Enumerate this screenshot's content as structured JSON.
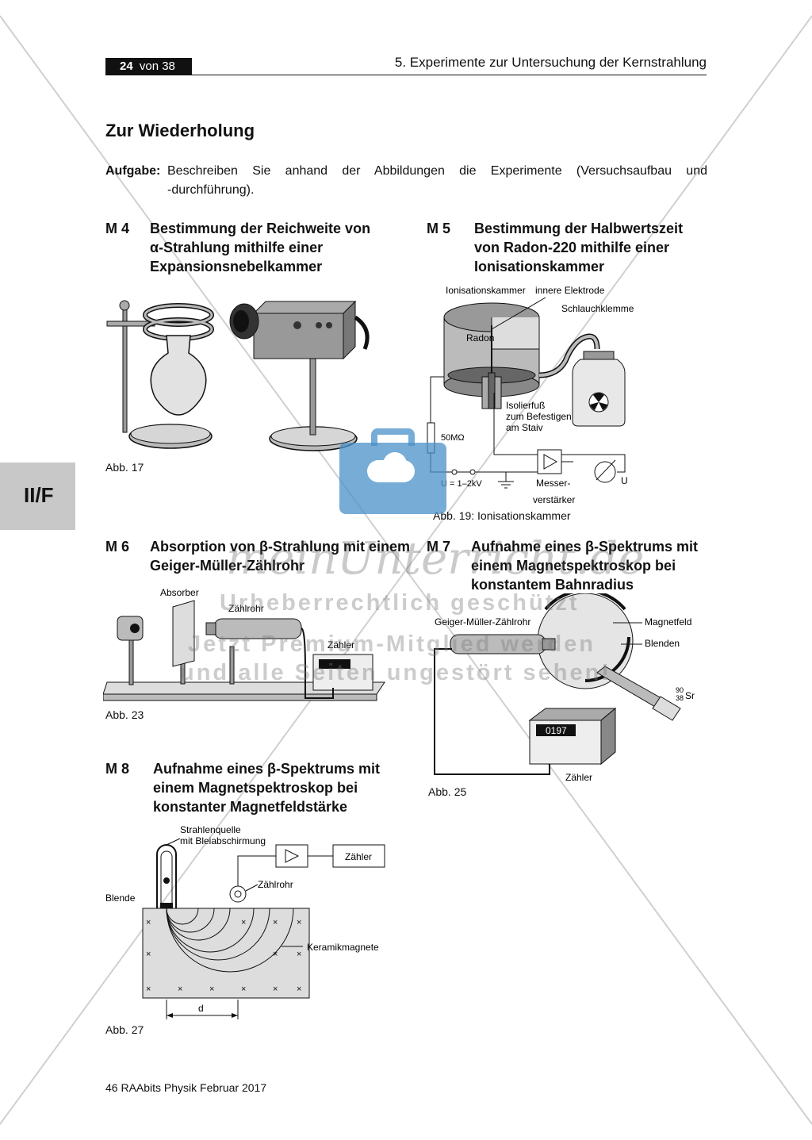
{
  "header": {
    "page_num": "24",
    "page_of": "von 38",
    "section": "5. Experimente zur Untersuchung der Kernstrahlung"
  },
  "title": "Zur Wiederholung",
  "task": {
    "label": "Aufgabe:",
    "text_line1": "Beschreiben Sie anhand der Abbildungen die Experimente (Versuchsaufbau und",
    "text_line2": "-durchführung)."
  },
  "side_tab": "II/F",
  "m4": {
    "num": "M 4",
    "title": "Bestimmung der Reichweite von α-Strahlung mithilfe einer Expansionsnebelkammer",
    "caption": "Abb. 17"
  },
  "m5": {
    "num": "M 5",
    "title": "Bestimmung der Halbwerts­zeit von Radon-220 mithilfe einer Ionisationskammer",
    "caption": "Abb. 19: Ionisationskammer",
    "labels": {
      "ionisationskammer": "Ionisationskammer",
      "innere_elektrode": "innere Elektrode",
      "schlauchklemme": "Schlauchklemme",
      "radon": "Radon",
      "isolierfuss1": "Isolierfuß",
      "isolierfuss2": "zum Befestigen",
      "isolierfuss3": "am Staiv",
      "resistor": "50MΩ",
      "voltage": "U = 1–2kV",
      "messer1": "Messer-",
      "messer2": "verstärker",
      "u": "U"
    }
  },
  "m6": {
    "num": "M 6",
    "title": "Absorption von β-Strahlung mit einem Geiger-Müller-Zählrohr",
    "caption": "Abb. 23",
    "labels": {
      "absorber": "Absorber",
      "zaehlrohr": "Zählrohr",
      "zaehler": "Zähler"
    }
  },
  "m7": {
    "num": "M 7",
    "title": "Aufnahme eines β-Spektrums mit einem Magnetspektroskop bei konstantem Bahnradius",
    "caption": "Abb. 25",
    "labels": {
      "gm": "Geiger-Müller-Zählrohr",
      "magnetfeld": "Magnetfeld",
      "blenden": "Blenden",
      "sr_mass": "90",
      "sr_z": "38",
      "sr": "Sr",
      "zaehler": "Zähler",
      "display": "0197"
    }
  },
  "m8": {
    "num": "M 8",
    "title": "Aufnahme eines β-Spektrums mit einem Magnetspektroskop bei konstanter Magnetfeldstärke",
    "caption": "Abb. 27",
    "labels": {
      "quelle1": "Strahlenquelle",
      "quelle2": "mit Bleiabschirmung",
      "zaehler": "Zähler",
      "zaehlrohr": "Zählrohr",
      "blende": "Blende",
      "keramik": "Keramikmagnete",
      "d": "d"
    }
  },
  "watermark": {
    "brand": "meinUnterricht.de",
    "line1": "Urheberrechtlich geschützt",
    "line2": "Jetzt Premium-Mitglied werden",
    "line3": "und alle Seiten ungestört sehen!"
  },
  "footer": "46 RAAbits Physik Februar 2017",
  "colors": {
    "accent": "#4a90c8",
    "tab_bg": "#c8c8c8",
    "header_dark": "#111111"
  }
}
